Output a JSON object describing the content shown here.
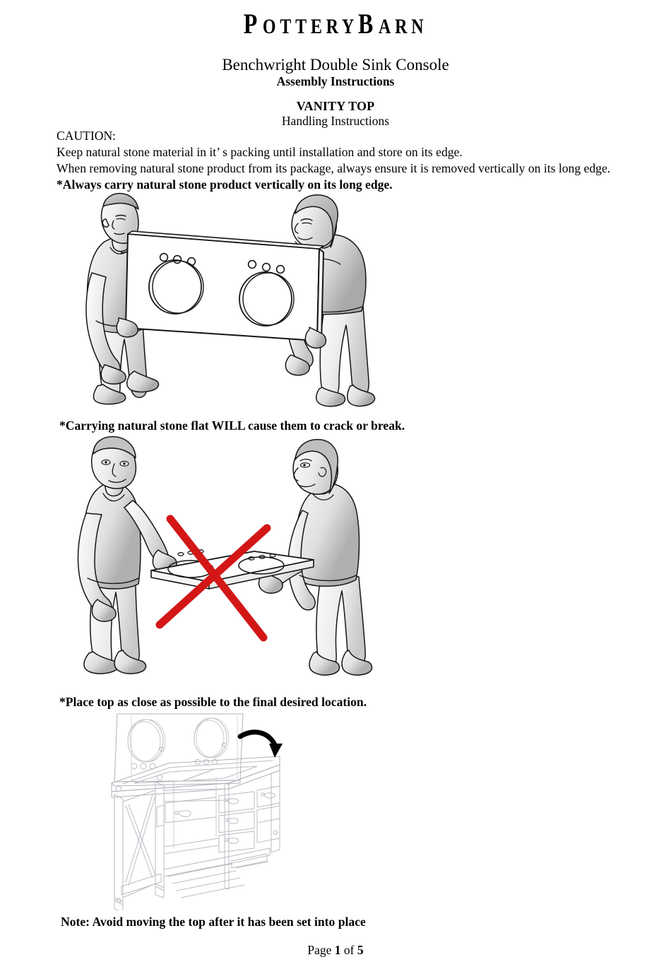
{
  "brand": {
    "logo_main": "P",
    "logo_text_1": "OTTERY",
    "logo_main_2": "B",
    "logo_text_2": "ARN",
    "full": "POTTERY BARN"
  },
  "header": {
    "product_title": "Benchwright Double Sink Console",
    "document_type": "Assembly Instructions",
    "section_title": "VANITY TOP",
    "section_subtitle": "Handling Instructions"
  },
  "caution": {
    "heading": "CAUTION:",
    "line_1": "Keep natural stone material in it’ s  packing until installation and store on its edge.",
    "line_2": "When removing natural stone product from its package, always ensure it is removed vertically on its long edge.",
    "line_3": "*Always carry natural stone product vertically on its long edge."
  },
  "captions": {
    "carry_flat_warning": "*Carrying natural stone flat WILL cause them to crack or break.",
    "place_top": "*Place top as close as possible to the final desired location.",
    "note": "Note:  Avoid moving the top after it has been set into place"
  },
  "footer": {
    "page_label": "Page",
    "current_page": "1",
    "of_label": "of",
    "total_pages": "5"
  },
  "illustrations": {
    "figure_1": {
      "name": "two-people-carrying-vanity-top-vertically",
      "description": "Two people carrying the stone vanity top upright on its long edge"
    },
    "figure_2": {
      "name": "two-people-carrying-vanity-top-flat-prohibited",
      "description": "Two people carrying the vanity top flat, marked with a red X",
      "prohibition_mark": "red-x"
    },
    "figure_3": {
      "name": "console-base-with-vanity-top-lowering",
      "description": "Console base with X-brace side panel and drawers, vanity top lowering into place with curved arrow"
    }
  },
  "colors": {
    "text": "#000000",
    "page_background": "#ffffff",
    "prohibition_red": "#d31616",
    "line_art": "#1a1a1a",
    "line_art_light": "#b9bcc2",
    "figure_fill_light": "#f2f2f2",
    "figure_fill_mid": "#d8d8d8",
    "figure_fill_dark": "#a8a8a8"
  }
}
